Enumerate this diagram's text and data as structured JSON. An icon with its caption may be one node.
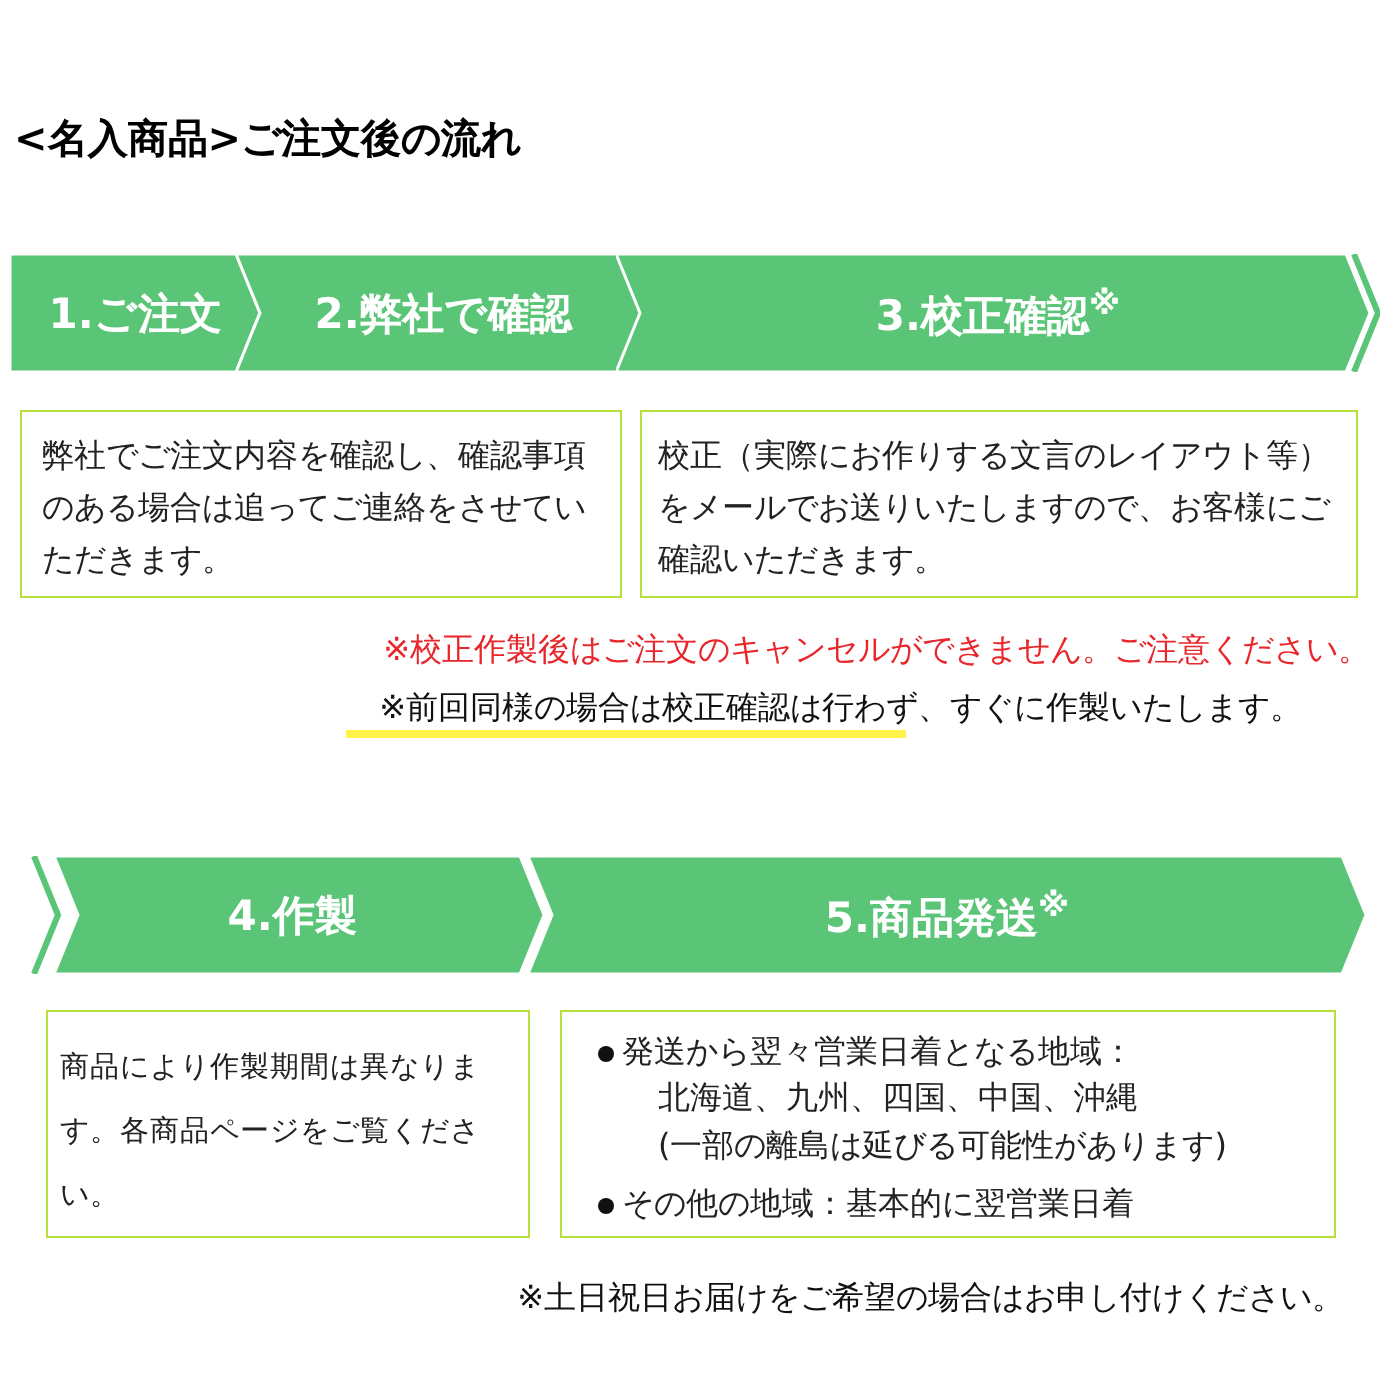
{
  "diagram": {
    "title": "<名入商品>ご注文後の流れ",
    "nodes": [
      {
        "text": [
          "1.ご注文"
        ]
      },
      {
        "text": [
          "2.弊社で確認"
        ]
      },
      {
        "text": [
          "3.校正確認$^{※}$"
        ]
      },
      {
        "text": [
          "弊社でご注文内容を確認し、確認事項のある場合は追ってご連絡をさせていただきます。"
        ]
      },
      {
        "text": [
          "校正（実際にお作りする文言のレイアウト等）をメールでお送りいたしますので、お客様にご確認いただきます。"
        ]
      },
      {
        "text": [
          "4.作製"
        ]
      },
      {
        "text": [
          "5.商品発送$^{※}$"
        ]
      },
      {
        "text": [
          "商品により作製期間は異なります。各商品ページをご覧ください。"
        ]
      },
      {
        "text": [
          "発送から翌々営業日着となる地域：",
          "北海道、九州、四国、中国、沖縄",
          "(一部の離島は延びる可能性があります)",
          "その他の地域：基本的に翌営業日着"
        ]
      }
    ],
    "labels": [
      "※校正作製後はご注文のキャンセルができません。ご注意ください。",
      "※前回同様の場合は校正確認は行わず、すぐに作製いたします。",
      "※土日祝日お届けをご希望の場合はお申し付けください。"
    ]
  }
}
